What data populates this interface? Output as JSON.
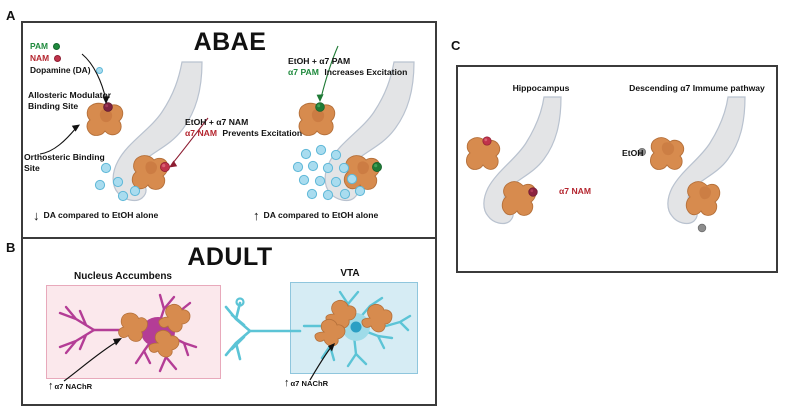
{
  "figure": {
    "panels": [
      {
        "letter": "A"
      },
      {
        "letter": "B"
      },
      {
        "letter": "C"
      }
    ]
  },
  "panelA": {
    "letter": "A",
    "title": "ABAE",
    "legend": [
      {
        "label": "PAM",
        "color": "#1f8a3d",
        "swatch_name": "pam-dot"
      },
      {
        "label": "NAM",
        "color": "#b4252e",
        "swatch_name": "nam-dot"
      },
      {
        "label": "Dopamine (DA)",
        "color": "#a9dcef",
        "swatch_name": "dopamine-dot"
      }
    ],
    "annotations": {
      "allosteric": "Allosteric Modulator\nBinding Site",
      "allosteric_line1": "Allosteric Modulator",
      "allosteric_line2": "Binding Site",
      "orthosteric_line1": "Orthosteric Binding",
      "orthosteric_line2": "Site",
      "nam_line1": "EtOH + α7 NAM",
      "nam_line2_red": "α7 NAM",
      "nam_line2_black": "Prevents Excitation",
      "pam_line1": "EtOH + α7 PAM",
      "pam_line2_green": "α7 PAM",
      "pam_line2_black": "Increases Excitation"
    },
    "outcomes": {
      "left_arrow": "↓",
      "left_text": "DA compared to EtOH alone",
      "right_arrow": "↑",
      "right_text": "DA compared to EtOH alone"
    }
  },
  "panelB": {
    "letter": "B",
    "title": "ADULT",
    "regions": [
      {
        "name": "Nucleus Accumbens",
        "fill": "#fbe8ec",
        "border": "#e8a9bb",
        "callout_arrow": "↑",
        "callout_text": "α7 NAChR"
      },
      {
        "name": "VTA",
        "fill": "#d6ecf4",
        "border": "#8fc6dd",
        "callout_arrow": "↑",
        "callout_text": "α7 NAChR"
      }
    ]
  },
  "panelC": {
    "letter": "C",
    "subpanels": [
      {
        "title": "Hippocampus",
        "label": "α7 NAM",
        "label_color": "#b4252e"
      },
      {
        "title": "Descending α7 Immume pathway",
        "label": "EtOH",
        "label_color": "#111111"
      }
    ]
  },
  "colors": {
    "receptor_orange": "#d78b4e",
    "receptor_orange_dark": "#c2713a",
    "terminal_grey": "#e3e4e6",
    "terminal_outline": "#b9c2cf",
    "nam_red": "#b4252e",
    "pam_green": "#1f8a3d",
    "dopamine_blue": "#a9dcef",
    "dopamine_stroke": "#5fb8d8",
    "nac_neuron": "#b43d96",
    "vta_neuron": "#5cc4d6",
    "frame": "#3b3b3b"
  }
}
